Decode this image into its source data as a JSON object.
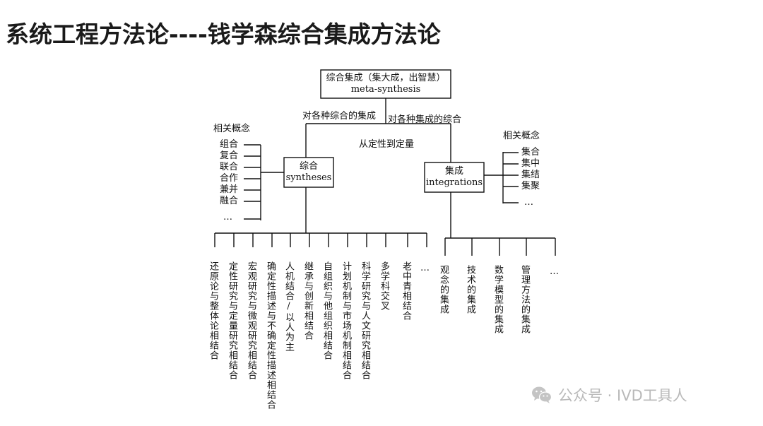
{
  "title": "系统工程方法论----钱学森综合集成方法论",
  "top_box": {
    "line1": "综合集成（集大成，出智慧）",
    "line2": "meta-synthesis"
  },
  "branch_labels": {
    "left": "对各种综合的集成",
    "right": "对各种集成的综合",
    "middle": "从定性到定量"
  },
  "left_box": {
    "line1": "综合",
    "line2": "syntheses"
  },
  "right_box": {
    "line1": "集成",
    "line2": "integrations"
  },
  "left_concepts": {
    "heading": "相关概念",
    "items": [
      "组合",
      "复合",
      "联合",
      "合作",
      "兼并",
      "融合",
      "…"
    ]
  },
  "right_concepts": {
    "heading": "相关概念",
    "items": [
      "集合",
      "集中",
      "集结",
      "集聚",
      "…"
    ]
  },
  "left_leaves": [
    "还原论与整体论相结合",
    "定性研究与定量研究相结合",
    "宏观研究与微观研究相结合",
    "确定性描述与不确定性描述相结合",
    "人机结合/以人为主",
    "继承与创新相结合",
    "自组织与他组织相结合",
    "计划机制与市场机制相结合",
    "科学研究与人文研究相结合",
    "多学科交叉",
    "老中青相结合",
    "…"
  ],
  "right_leaves": [
    "观念的集成",
    "技术的集成",
    "数学模型的集成",
    "管理方法的集成",
    "…"
  ],
  "watermark": "公众号 · IVD工具人"
}
